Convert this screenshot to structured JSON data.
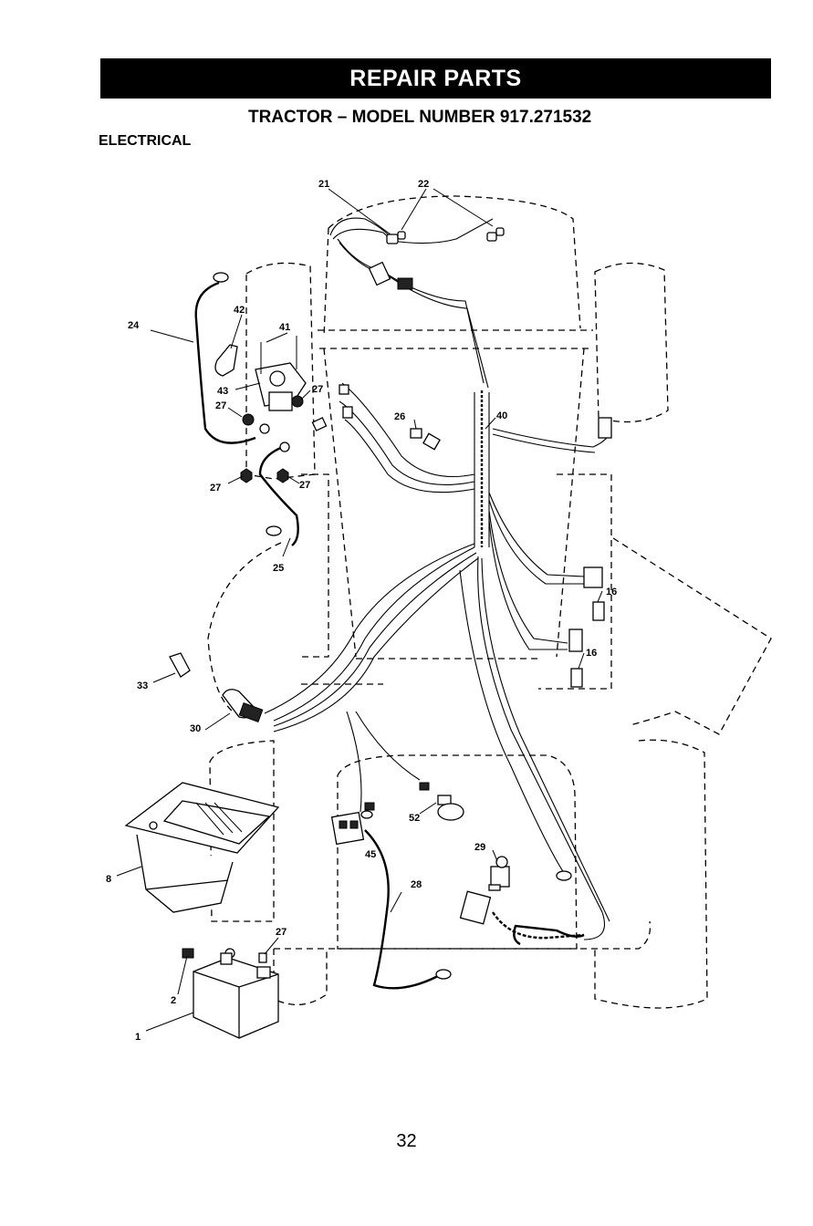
{
  "header": {
    "banner": "REPAIR PARTS",
    "subtitle": "TRACTOR – MODEL NUMBER 917.271532",
    "section": "ELECTRICAL"
  },
  "diagram": {
    "callouts": [
      "21",
      "22",
      "24",
      "42",
      "41",
      "43",
      "27",
      "27",
      "27",
      "27",
      "26",
      "40",
      "25",
      "16",
      "16",
      "33",
      "30",
      "8",
      "52",
      "45",
      "29",
      "28",
      "27",
      "2",
      "1"
    ]
  },
  "footer": {
    "page_number": "32"
  }
}
